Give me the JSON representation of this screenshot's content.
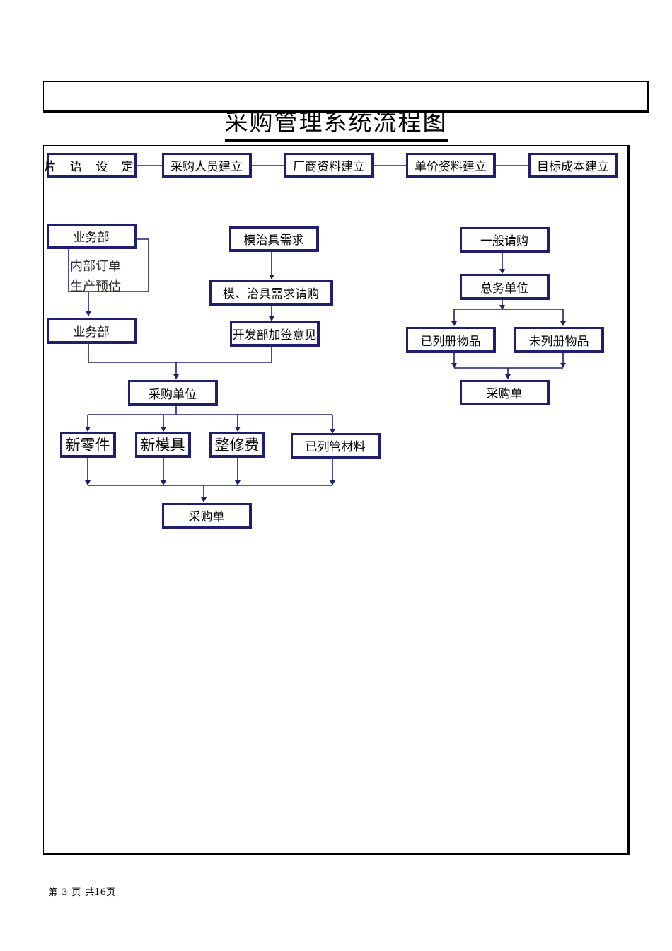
{
  "title": "采购管理系统流程图",
  "colors": {
    "box_border": "#1f1f6e",
    "line": "#1f1f6e"
  },
  "setup_chain": [
    "片 语 设 定",
    "采购人员建立",
    "厂商资料建立",
    "单价资料建立",
    "目标成本建立"
  ],
  "left_flow": {
    "dept_top": "业务部",
    "note_lines": [
      "内部订单",
      "生产预估"
    ],
    "dept_bottom": "业务部",
    "mold_need": "模治具需求",
    "mold_request": "模、治具需求请购",
    "dev_sign": "开发部加签意见",
    "purchase_unit": "采购单位",
    "categories": [
      "新零件",
      "新模具",
      "整修费",
      "已列管材料"
    ],
    "purchase_order": "采购单"
  },
  "right_flow": {
    "general": "一般请购",
    "affairs": "总务单位",
    "listed": "已列册物品",
    "unlisted": "未列册物品",
    "purchase_order": "采购单"
  },
  "footer": {
    "page_label": "第",
    "page": "3",
    "page_unit": "页",
    "total_label": "共16页"
  }
}
